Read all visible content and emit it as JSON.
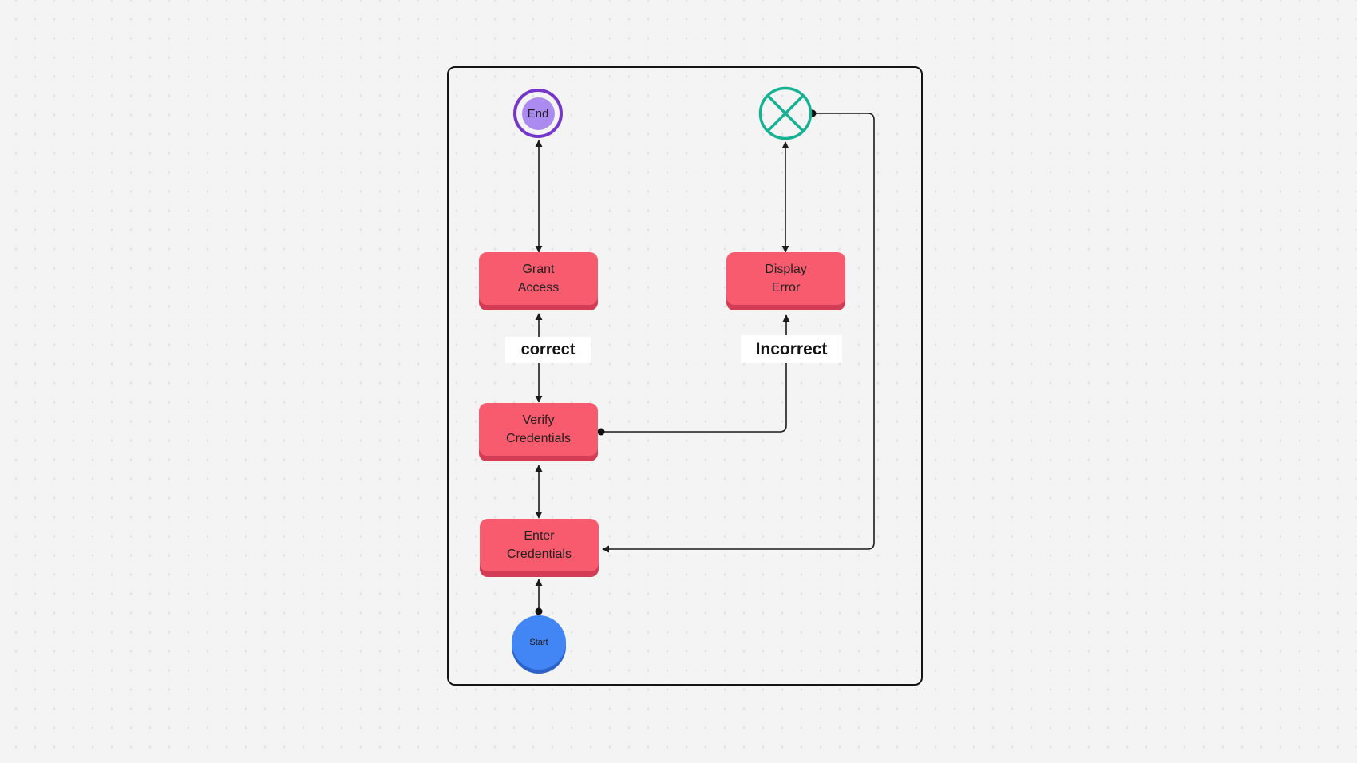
{
  "app": {
    "type": "flowchart-canvas"
  },
  "theme": {
    "canvas_bg": "#f4f4f4",
    "dot_color": "#e2e2e2",
    "frame_border": "#151515",
    "task_fill": "#f85a6e",
    "task_shadow": "#d23c55",
    "text_color": "#212121",
    "start_fill": "#4285f4",
    "start_shadow": "#2d63c9",
    "end_ring": "#7437c9",
    "end_fill": "#ab8bf0",
    "loop_stroke": "#14b193",
    "edge_color": "#1b1b1b",
    "label_bg": "#ffffff"
  },
  "flow": {
    "nodes": {
      "start": {
        "label": "Start",
        "shape": "circle"
      },
      "enter_credentials": {
        "label": "Enter\nCredentials",
        "shape": "rounded-rect"
      },
      "verify_credentials": {
        "label": "Verify\nCredentials",
        "shape": "rounded-rect"
      },
      "grant_access": {
        "label": "Grant\nAccess",
        "shape": "rounded-rect"
      },
      "display_error": {
        "label": "Display\nError",
        "shape": "rounded-rect"
      },
      "end": {
        "label": "End",
        "shape": "double-circle"
      },
      "retry_junction": {
        "label": "",
        "shape": "crossed-circle"
      }
    },
    "edges": [
      {
        "from": "start",
        "to": "enter_credentials",
        "label": ""
      },
      {
        "from": "enter_credentials",
        "to": "verify_credentials",
        "label": ""
      },
      {
        "from": "verify_credentials",
        "to": "grant_access",
        "label": "correct"
      },
      {
        "from": "grant_access",
        "to": "end",
        "label": ""
      },
      {
        "from": "verify_credentials",
        "to": "display_error",
        "label": "Incorrect"
      },
      {
        "from": "display_error",
        "to": "retry_junction",
        "label": ""
      },
      {
        "from": "retry_junction",
        "to": "enter_credentials",
        "label": ""
      }
    ]
  }
}
